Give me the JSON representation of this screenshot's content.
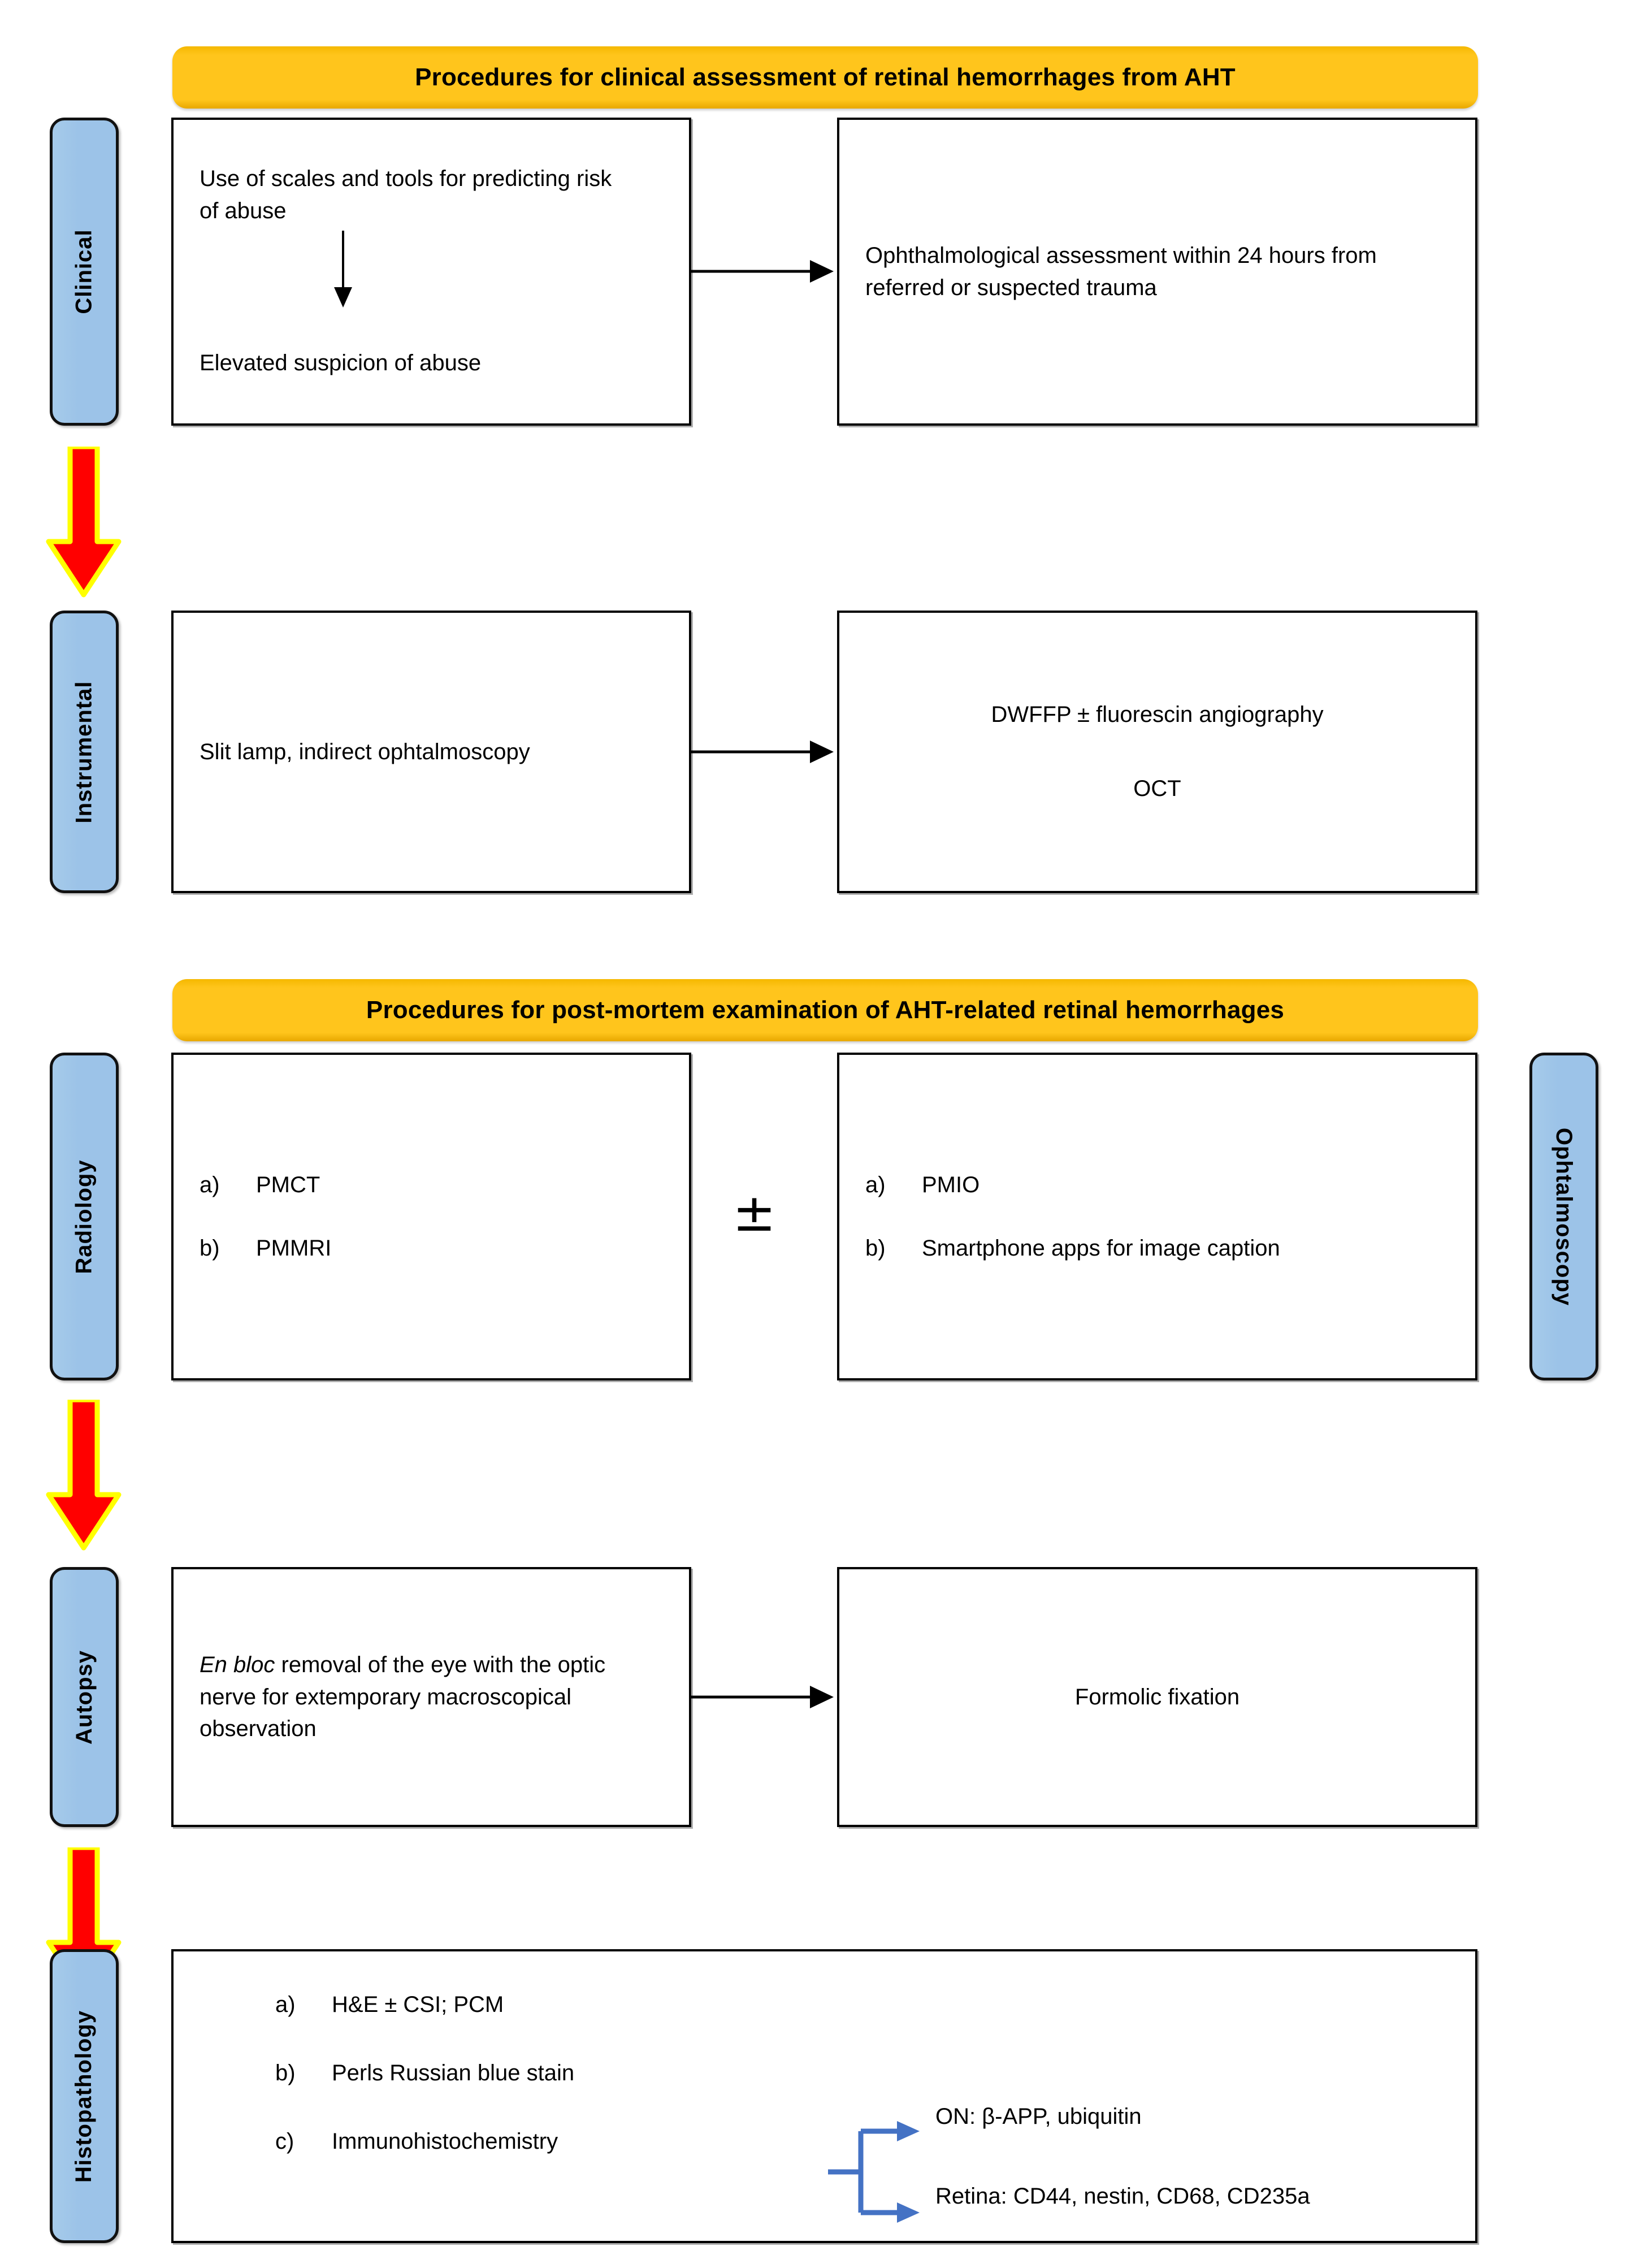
{
  "figure": {
    "title_clinical": "Procedures for clinical assessment of retinal hemorrhages from AHT",
    "title_postmortem": "Procedures for post-mortem examination of AHT-related retinal hemorrhages"
  },
  "side_tabs": {
    "clinical": "Clinical",
    "instrumental": "Instrumental",
    "radiology": "Radiology",
    "autopsy": "Autopsy",
    "histopathology": "Histopathology",
    "ophtalmoscopy": "Ophtalmoscopy"
  },
  "clinical_section": {
    "box_left_line1": "Use of scales and tools for predicting risk of abuse",
    "box_left_line2": "Elevated suspicion of abuse",
    "box_right": "Ophthalmological assessment within 24 hours from referred or suspected trauma"
  },
  "instrumental_section": {
    "box_left": "Slit lamp, indirect ophtalmoscopy",
    "box_right_line1": "DWFFP ± fluorescin angiography",
    "box_right_line2": "OCT"
  },
  "radiology_section": {
    "left_items": [
      {
        "marker": "a)",
        "text": "PMCT"
      },
      {
        "marker": "b)",
        "text": "PMMRI"
      }
    ],
    "operator": "±",
    "right_items": [
      {
        "marker": "a)",
        "text": "PMIO"
      },
      {
        "marker": "b)",
        "text": "Smartphone apps for image caption"
      }
    ]
  },
  "autopsy_section": {
    "box_left_italic": "En bloc",
    "box_left_rest": " removal of the eye with the optic nerve for extemporary macroscopical observation",
    "box_right": "Formolic fixation"
  },
  "histopathology_section": {
    "items": [
      {
        "marker": "a)",
        "text": "H&E ± CSI; PCM"
      },
      {
        "marker": "b)",
        "text": "Perls Russian blue stain"
      },
      {
        "marker": "c)",
        "text": "Immunohistochemistry"
      }
    ],
    "branches": [
      "ON: β-APP, ubiquitin",
      "Retina: CD44, nestin, CD68, CD235a"
    ]
  },
  "colors": {
    "banner_yellow": "#FFC51C",
    "tab_blue": "#9CC3E8",
    "arrow_red": "#FF0000",
    "arrow_outline_yellow": "#FFFF00",
    "branch_blue": "#4472C4",
    "stroke_black": "#000000"
  }
}
